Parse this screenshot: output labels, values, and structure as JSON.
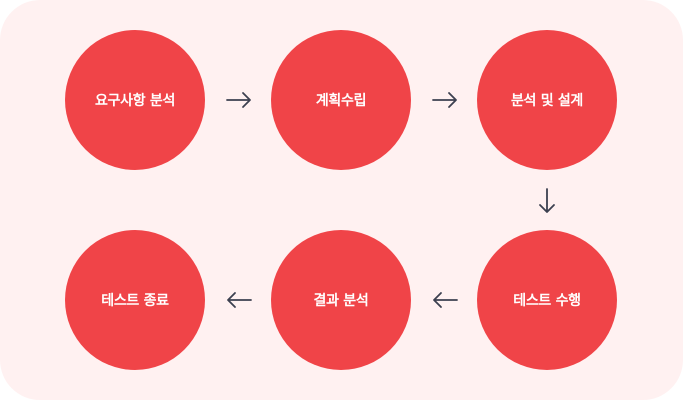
{
  "colors": {
    "panel_background": "#fff1f1",
    "node_fill": "#f04448",
    "node_text": "#ffffff",
    "arrow": "#3c4050"
  },
  "steps": [
    {
      "label": "요구사항 분석"
    },
    {
      "label": "계획수립"
    },
    {
      "label": "분석 및 설계"
    },
    {
      "label": "테스트 수행"
    },
    {
      "label": "결과 분석"
    },
    {
      "label": "테스트 종료"
    }
  ],
  "arrows": [
    {
      "direction": "right"
    },
    {
      "direction": "right"
    },
    {
      "direction": "down"
    },
    {
      "direction": "left"
    },
    {
      "direction": "left"
    }
  ]
}
